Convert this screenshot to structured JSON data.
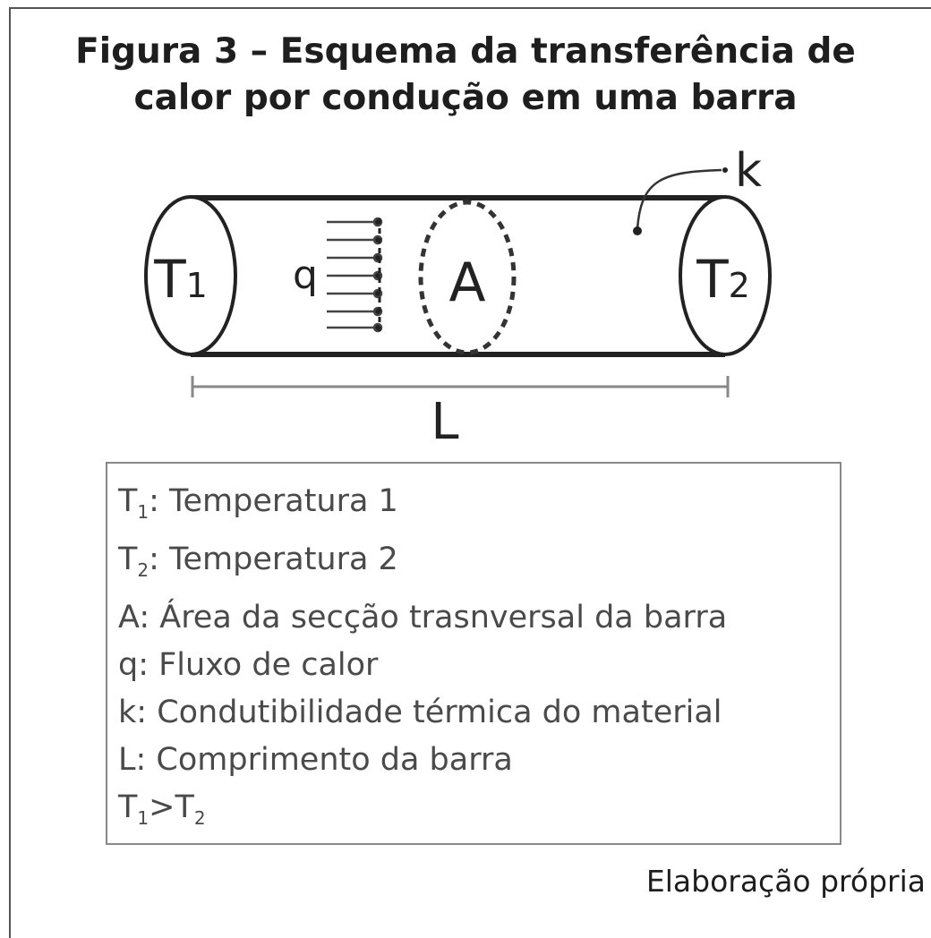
{
  "figure": {
    "title": "Figura 3 – Esquema da transferência de calor por condução em uma barra",
    "credit": "Elaboração própria"
  },
  "diagram": {
    "labels": {
      "t1_main": "T",
      "t1_sub": "1",
      "t2_main": "T",
      "t2_sub": "2",
      "area": "A",
      "flux": "q",
      "conductivity": "k",
      "length": "L"
    }
  },
  "legend": {
    "items": [
      {
        "main": "T",
        "sub": "1",
        "rest": ": Temperatura 1"
      },
      {
        "main": "T",
        "sub": "2",
        "rest": ": Temperatura 2"
      },
      {
        "main": "A",
        "sub": "",
        "rest": ": Área da secção trasnversal da barra"
      },
      {
        "main": "q",
        "sub": "",
        "rest": ": Fluxo de calor"
      },
      {
        "main": "k",
        "sub": "",
        "rest": ": Condutibilidade térmica do material"
      },
      {
        "main": "L",
        "sub": "",
        "rest": ": Comprimento da barra"
      },
      {
        "main": "T",
        "sub": "1",
        "rest": ">",
        "main2": "T",
        "sub2": "2"
      }
    ]
  }
}
